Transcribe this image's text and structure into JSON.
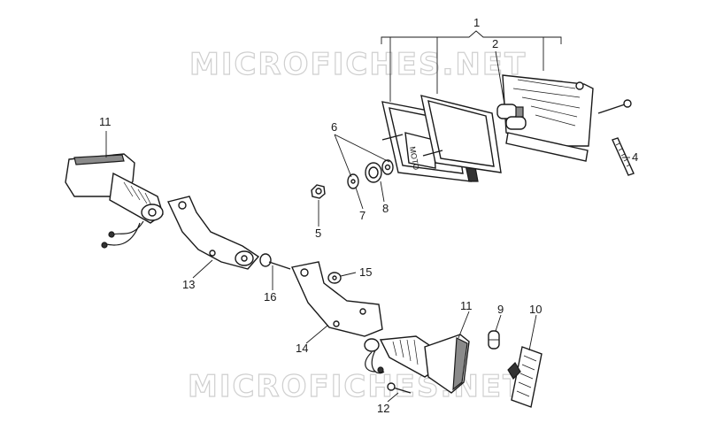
{
  "watermark": {
    "text_top": "MICROFICHES.NET",
    "text_bottom": "MICROFICHES.NET"
  },
  "callouts": {
    "c1": "1",
    "c2": "2",
    "c4": "4",
    "c5": "5",
    "c6": "6",
    "c7": "7",
    "c8": "8",
    "c9": "9",
    "c10": "10",
    "c11a": "11",
    "c11b": "11",
    "c12": "12",
    "c13": "13",
    "c14": "14",
    "c15": "15",
    "c16": "16"
  }
}
